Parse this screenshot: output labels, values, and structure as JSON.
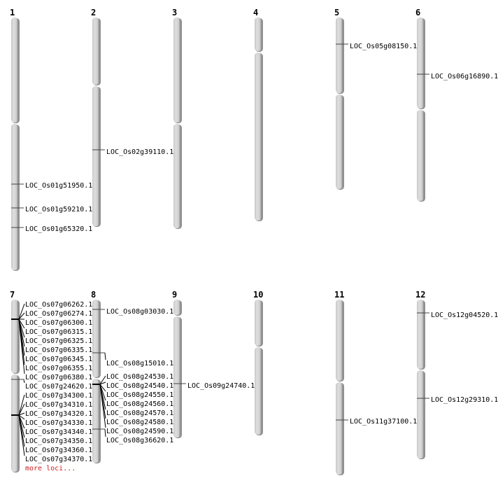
{
  "title": "Chromosome locus map",
  "colors": {
    "chromosome": "#d4d4d4",
    "chromosome_shadow": "#777777",
    "more_link": "#d02020"
  },
  "chromosomes": [
    {
      "name": "1",
      "loci": [
        "LOC_Os01g51950.1",
        "LOC_Os01g59210.1",
        "LOC_Os01g65320.1"
      ]
    },
    {
      "name": "2",
      "loci": [
        "LOC_Os02g39110.1"
      ]
    },
    {
      "name": "3",
      "loci": []
    },
    {
      "name": "4",
      "loci": []
    },
    {
      "name": "5",
      "loci": [
        "LOC_Os05g08150.1"
      ]
    },
    {
      "name": "6",
      "loci": [
        "LOC_Os06g16890.1"
      ]
    },
    {
      "name": "7",
      "loci": [
        "LOC_Os07g06262.1",
        "LOC_Os07g06274.1",
        "LOC_Os07g06300.1",
        "LOC_Os07g06315.1",
        "LOC_Os07g06325.1",
        "LOC_Os07g06335.1",
        "LOC_Os07g06345.1",
        "LOC_Os07g06355.1",
        "LOC_Os07g06380.1",
        "LOC_Os07g24620.1",
        "LOC_Os07g34300.1",
        "LOC_Os07g34310.1",
        "LOC_Os07g34320.1",
        "LOC_Os07g34330.1",
        "LOC_Os07g34340.1",
        "LOC_Os07g34350.1",
        "LOC_Os07g34360.1",
        "LOC_Os07g34370.1"
      ],
      "more": "more loci..."
    },
    {
      "name": "8",
      "loci": [
        "LOC_Os08g03030.1",
        "LOC_Os08g15010.1",
        "LOC_Os08g24530.1",
        "LOC_Os08g24540.1",
        "LOC_Os08g24550.1",
        "LOC_Os08g24560.1",
        "LOC_Os08g24570.1",
        "LOC_Os08g24580.1",
        "LOC_Os08g24590.1",
        "LOC_Os08g36620.1"
      ]
    },
    {
      "name": "9",
      "loci": [
        "LOC_Os09g24740.1"
      ]
    },
    {
      "name": "10",
      "loci": []
    },
    {
      "name": "11",
      "loci": [
        "LOC_Os11g37100.1"
      ]
    },
    {
      "name": "12",
      "loci": [
        "LOC_Os12g04520.1",
        "LOC_Os12g29310.1"
      ]
    }
  ]
}
